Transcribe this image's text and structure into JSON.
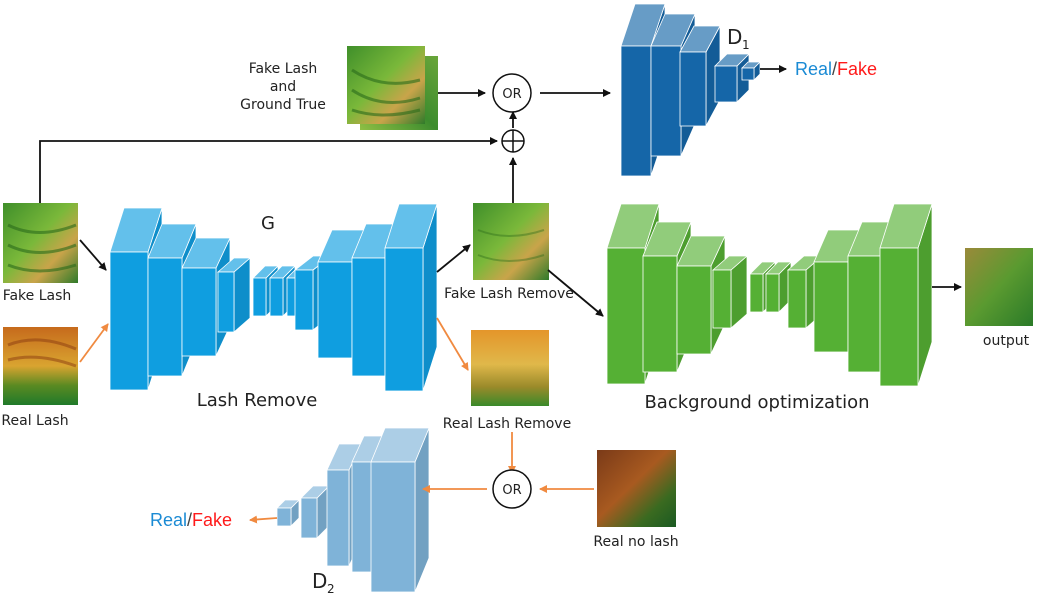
{
  "colors": {
    "blue_net": "#0f9ee0",
    "green_net": "#55b034",
    "navy_net": "#1566a8",
    "light_net": "#7fb3d8",
    "arrow_black": "#111111",
    "arrow_orange": "#f08a40",
    "real_text": "#1a8ad4",
    "fake_text": "#ff1a1a"
  },
  "labels": {
    "fake_lash_and_gt": [
      "Fake Lash",
      "and",
      "Ground True"
    ],
    "fake_lash": "Fake Lash",
    "real_lash": "Real Lash",
    "generator": "G",
    "lash_remove": "Lash Remove",
    "fake_lash_remove": "Fake Lash Remove",
    "real_lash_remove": "Real Lash Remove",
    "background_optimization": "Background optimization",
    "output": "output",
    "real_no_lash": "Real no lash",
    "or": "OR",
    "d1_main": "D",
    "d1_sub": "1",
    "d2_main": "D",
    "d2_sub": "2",
    "real": "Real",
    "slash": "/",
    "fake": "Fake"
  },
  "icons": {
    "plus": "circled-plus-icon",
    "or_node": "or-circle-icon"
  }
}
